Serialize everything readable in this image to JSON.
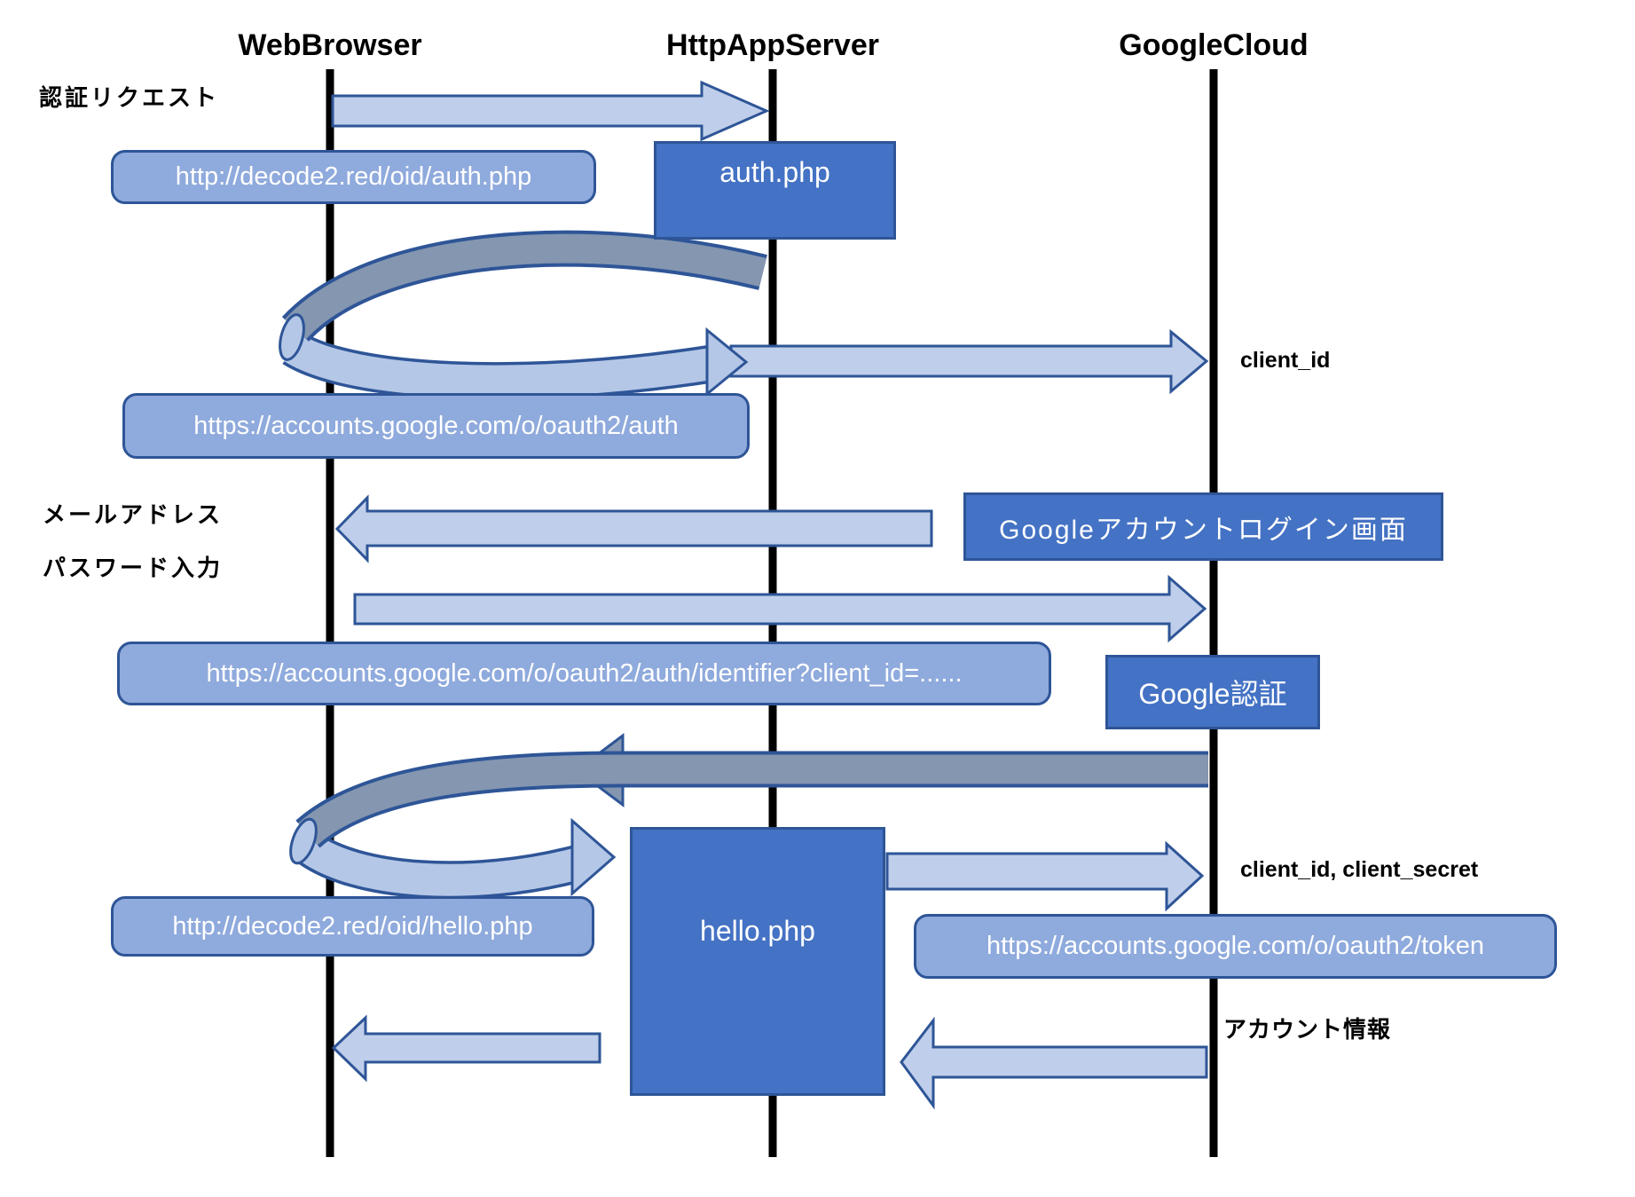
{
  "actors": [
    "WebBrowser",
    "HttpAppServer",
    "GoogleCloud"
  ],
  "labels": {
    "auth_request": "認証リクエスト",
    "email": "メールアドレス",
    "password": "パスワード入力",
    "client_id": "client_id",
    "client_id_secret": "client_id, client_secret",
    "account_info": "アカウント情報"
  },
  "boxes": {
    "auth_php": "auth.php",
    "google_login": "Googleアカウントログイン画面",
    "google_auth": "Google認証",
    "hello_php": "hello.php"
  },
  "urls": {
    "auth_php_url": "http://decode2.red/oid/auth.php",
    "oauth_auth": "https://accounts.google.com/o/oauth2/auth",
    "oauth_identifier": "https://accounts.google.com/o/oauth2/auth/identifier?client_id=......",
    "hello_php_url": "http://decode2.red/oid/hello.php",
    "oauth_token": "https://accounts.google.com/o/oauth2/token"
  },
  "colors": {
    "process_box_fill": "#4472C4",
    "url_note_fill": "#8FAADC",
    "arrow_fill": "#BFCEEA",
    "curve_light_fill": "#B4C7E7",
    "curve_gray_fill": "#8496B0",
    "outline": "#2E5597",
    "lifeline": "#000000",
    "text_dark": "#000000",
    "text_light": "#FFFFFF"
  }
}
